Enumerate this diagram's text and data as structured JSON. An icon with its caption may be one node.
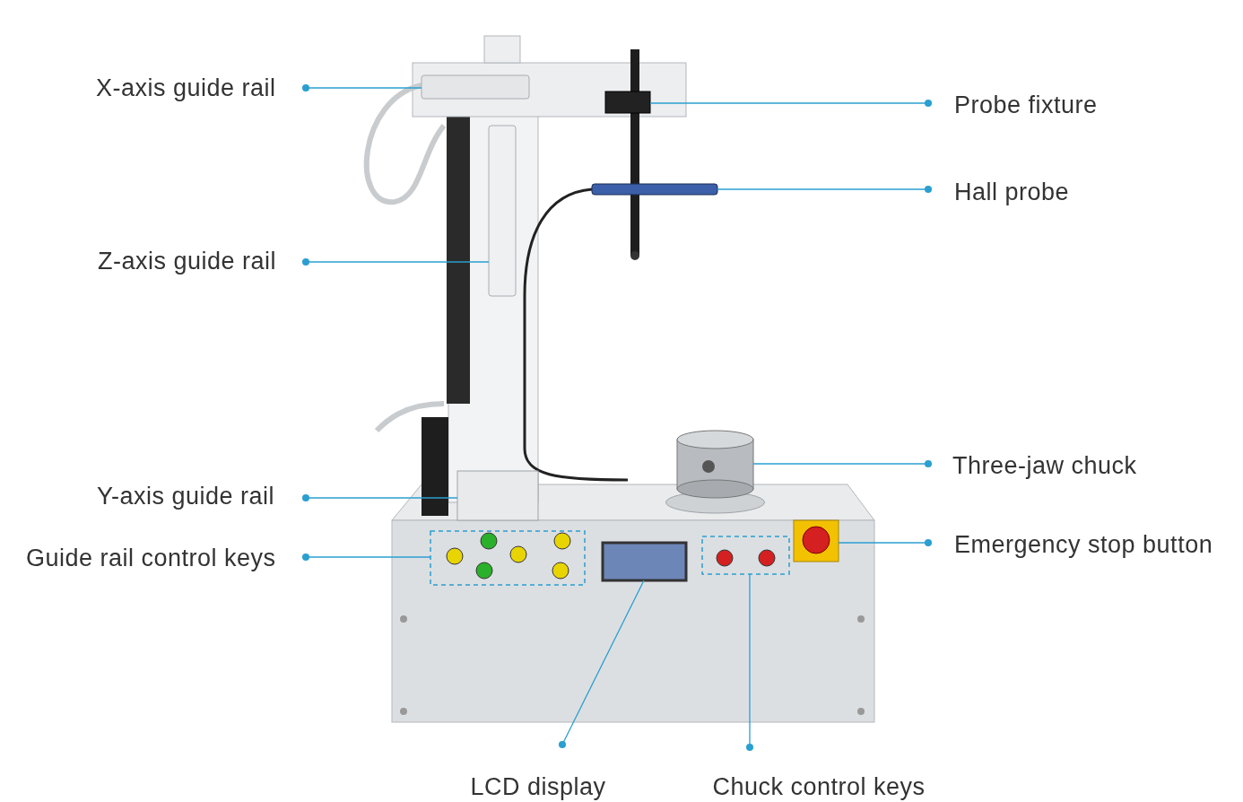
{
  "diagram": {
    "nodes": [
      {
        "text": [],
        "shape": "picture"
      },
      {
        "text": [
          "X-axis guide rail"
        ]
      },
      {
        "text": [],
        "shape": "bar",
        "in": 0
      },
      {
        "text": [
          "Probe fixture"
        ]
      },
      {
        "text": [],
        "shape": "box",
        "in": 0
      },
      {
        "text": [
          "Hall probe"
        ]
      },
      {
        "text": [],
        "shape": "bar",
        "in": 0
      },
      {
        "text": [
          "Z-axis guide rail"
        ]
      },
      {
        "text": [],
        "shape": "bar",
        "in": 0
      },
      {
        "text": [
          "Three-jaw chuck"
        ]
      },
      {
        "text": [],
        "shape": "cylinder",
        "in": 0
      },
      {
        "text": [
          "Y-axis guide rail"
        ]
      },
      {
        "text": [],
        "shape": "box",
        "in": 0
      },
      {
        "text": [
          "Guide rail control keys"
        ]
      },
      {
        "text": [],
        "shape": "box",
        "in": 0
      },
      {
        "text": [
          "Emergency stop button"
        ]
      },
      {
        "text": [],
        "shape": "box",
        "in": 0
      },
      {
        "text": [
          "LCD display"
        ]
      },
      {
        "text": [],
        "shape": "box",
        "in": 0
      },
      {
        "text": [
          "Chuck control keys"
        ]
      },
      {
        "text": [],
        "shape": "box",
        "in": 0
      }
    ],
    "edges": [
      {
        "from": 1,
        "to": 2,
        "arrow": "other"
      },
      {
        "from": 3,
        "to": 4,
        "arrow": "other"
      },
      {
        "from": 5,
        "to": 6,
        "arrow": "other"
      },
      {
        "from": 7,
        "to": 8,
        "arrow": "other"
      },
      {
        "from": 9,
        "to": 10,
        "arrow": "other"
      },
      {
        "from": 11,
        "to": 12,
        "arrow": "other"
      },
      {
        "from": 13,
        "to": 14,
        "arrow": "other"
      },
      {
        "from": 15,
        "to": 16,
        "arrow": "other"
      },
      {
        "from": 17,
        "to": 18,
        "arrow": "other"
      },
      {
        "from": 19,
        "to": 20,
        "arrow": "other"
      }
    ]
  }
}
